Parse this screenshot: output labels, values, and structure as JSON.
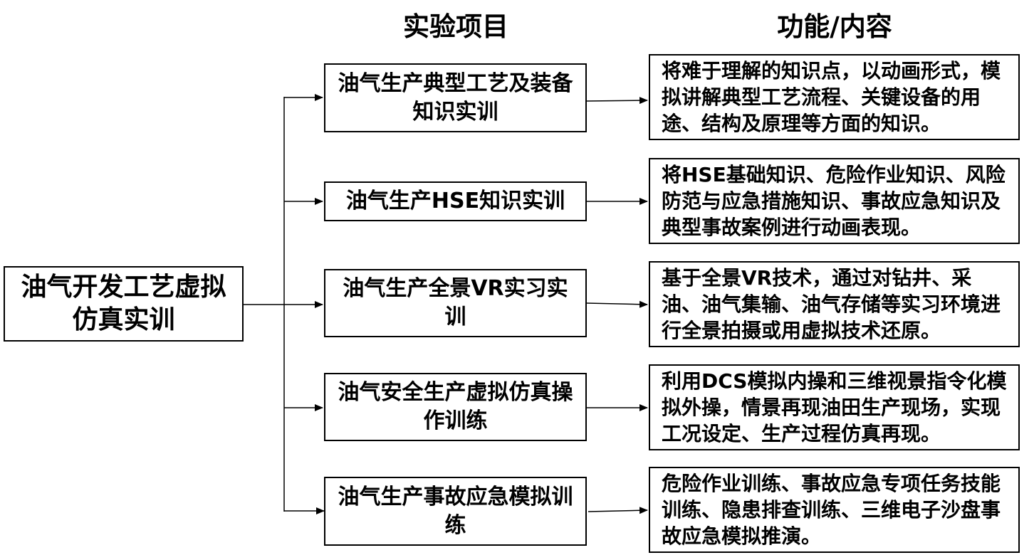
{
  "headers": {
    "items": "实验项目",
    "function": "功能/内容"
  },
  "root": {
    "label": "油气开发工艺虚拟仿真实训"
  },
  "rows": [
    {
      "item": "油气生产典型工艺及装备知识实训",
      "desc": "将难于理解的知识点，以动画形式，模拟讲解典型工艺流程、关键设备的用途、结构及原理等方面的知识。"
    },
    {
      "item": "油气生产HSE知识实训",
      "desc": "将HSE基础知识、危险作业知识、风险防范与应急措施知识、事故应急知识及典型事故案例进行动画表现。"
    },
    {
      "item": "油气生产全景VR实习实训",
      "desc": "基于全景VR技术，通过对钻井、采油、油气集输、油气存储等实习环境进行全景拍摄或用虚拟技术还原。"
    },
    {
      "item": "油气安全生产虚拟仿真操作训练",
      "desc": "利用DCS模拟内操和三维视景指令化模拟外操，情景再现油田生产现场，实现工况设定、生产过程仿真再现。"
    },
    {
      "item": "油气生产事故应急模拟训练",
      "desc": "危险作业训练、事故应急专项任务技能训练、隐患排查训练、三维电子沙盘事故应急模拟推演。"
    }
  ]
}
